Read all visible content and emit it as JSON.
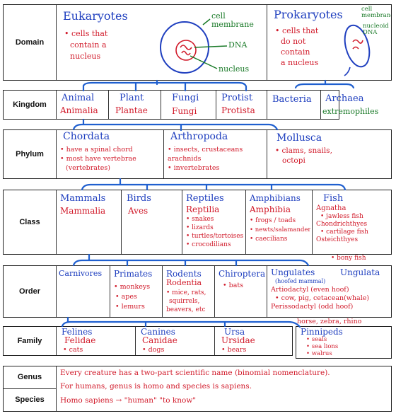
{
  "rows": {
    "domain": "Domain",
    "kingdom": "Kingdom",
    "phylum": "Phylum",
    "class": "Class",
    "order": "Order",
    "family": "Family",
    "genus": "Genus",
    "species": "Species"
  },
  "domain": {
    "eukaryotes": {
      "title": "Eukaryotes",
      "notes": [
        "• cells that",
        "contain a",
        "nucleus"
      ]
    },
    "cell_diagram": {
      "cell_membrane": "cell membrane",
      "dna": "DNA",
      "nucleus": "nucleus"
    },
    "prokaryotes": {
      "title": "Prokaryotes",
      "notes": [
        "• cells that",
        "do not",
        "contain",
        "a nucleus"
      ]
    },
    "prokaryote_diagram": {
      "cell_membrane": "cell membrane",
      "nucleoid_dna": "nucleoid DNA"
    }
  },
  "kingdom": [
    {
      "common": "Animal",
      "sci": "Animalia"
    },
    {
      "common": "Plant",
      "sci": "Plantae"
    },
    {
      "common": "Fungi",
      "sci": "Fungi"
    },
    {
      "common": "Protist",
      "sci": "Protista"
    },
    {
      "common": "Bacteria",
      "sci": ""
    },
    {
      "common": "Archaea",
      "sci": "extremophiles"
    }
  ],
  "phylum": [
    {
      "name": "Chordata",
      "notes": [
        "• have a spinal chord",
        "• most have vertebrae",
        "(vertebrates)"
      ]
    },
    {
      "name": "Arthropoda",
      "notes": [
        "• insects, crustaceans",
        "arachnids",
        "• invertebrates"
      ]
    },
    {
      "name": "Mollusca",
      "notes": [
        "• clams, snails,",
        "octopi"
      ]
    }
  ],
  "class": [
    {
      "common": "Mammals",
      "sci": "Mammalia",
      "notes": []
    },
    {
      "common": "Birds",
      "sci": "Aves",
      "notes": []
    },
    {
      "common": "Reptiles",
      "sci": "Reptilia",
      "notes": [
        "• snakes",
        "• lizards",
        "• turtles/tortoises",
        "• crocodilians"
      ]
    },
    {
      "common": "Amphibians",
      "sci": "Amphibia",
      "notes": [
        "• frogs / toads",
        "• newts/salamanders",
        "• caecilians"
      ]
    },
    {
      "common": "Fish",
      "sci": "Agnatha",
      "notes": [
        "• jawless fish",
        "Chondrichthyes",
        "• cartilage fish",
        "Osteichthyes",
        "• bony fish"
      ]
    }
  ],
  "order": [
    {
      "name": "Carnivores",
      "notes": []
    },
    {
      "name": "Primates",
      "notes": [
        "• monkeys",
        "• apes",
        "• lemurs"
      ]
    },
    {
      "name": "Rodents",
      "sci": "Rodentia",
      "notes": [
        "• mice, rats,",
        "squirrels,",
        "beavers, etc"
      ]
    },
    {
      "name": "Chiroptera",
      "notes": [
        "• bats"
      ]
    },
    {
      "name": "Ungulates",
      "sub": "(hoofed mammal)",
      "sci": "Ungulata",
      "notes": [
        "Artiodactyl (even hoof)",
        "• cow, pig, cetacean(whale)",
        "Perissodactyl (odd hoof)",
        "horse, zebra, rhino"
      ]
    }
  ],
  "family": [
    {
      "common": "Felines",
      "sci": "Felidae",
      "notes": [
        "• cats"
      ]
    },
    {
      "common": "Canines",
      "sci": "Canidae",
      "notes": [
        "• dogs"
      ]
    },
    {
      "common": "Ursa",
      "sci": "Ursidae",
      "notes": [
        "• bears"
      ]
    },
    {
      "common": "Pinnipeds",
      "sci": "",
      "notes": [
        "• seals",
        "• sea lions",
        "• walrus"
      ]
    }
  ],
  "genus_species": {
    "line1": "Every creature has a two-part scientific name (binomial nomenclature).",
    "line2": "For humans, genus is homo and species is sapiens.",
    "line3": "Homo sapiens → \"human\" \"to know\""
  },
  "colors": {
    "common_name": "#1f3fbf",
    "scientific_name": "#d11a2a",
    "annotation": "#1a7a28",
    "connector": "#1f5fcf"
  }
}
